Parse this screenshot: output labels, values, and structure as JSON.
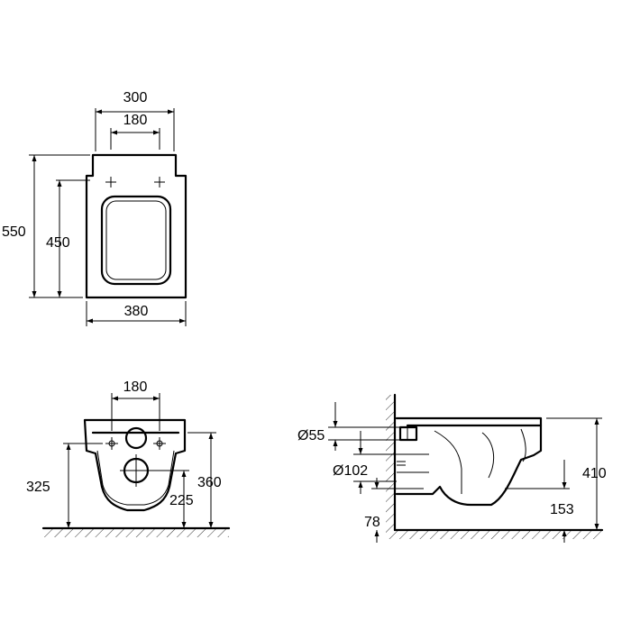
{
  "top_view": {
    "dim_outer_width": "300",
    "dim_holes": "180",
    "dim_total_length": "550",
    "dim_seat_length": "450",
    "dim_bowl_width": "380"
  },
  "front_view": {
    "dim_holes": "180",
    "dim_fixing_height": "325",
    "dim_rim_height": "360",
    "dim_outlet_height": "225"
  },
  "side_view": {
    "dim_inlet_dia": "Ø55",
    "dim_outlet_dia": "Ø102",
    "dim_outlet_offset": "78",
    "dim_height": "410",
    "dim_low_height": "153"
  }
}
